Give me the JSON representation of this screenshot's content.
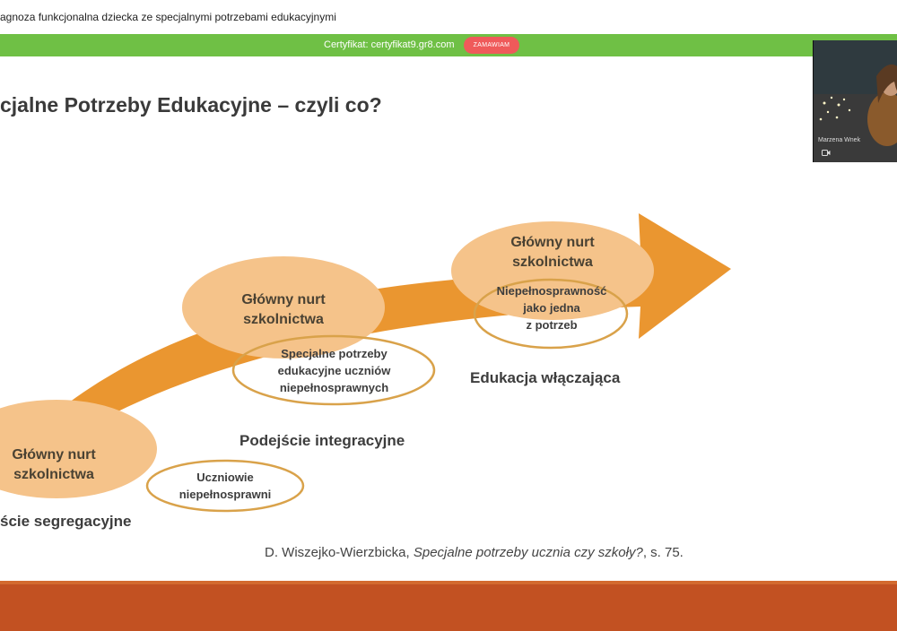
{
  "app": {
    "title": "agnoza funkcjonalna dziecka ze specjalnymi potrzebami edukacyjnymi"
  },
  "certificate_bar": {
    "text": "Certyfikat: certyfikat9.gr8.com",
    "order_button": "ZAMAWIAM",
    "color": "#6fc045",
    "button_color": "#ef5a5a"
  },
  "slide": {
    "title": "cjalne Potrzeby Edukacyjne – czyli co?",
    "stages": [
      {
        "main_line1": "Główny nurt",
        "main_line2": "szkolnictwa",
        "sub_line1": "Uczniowie",
        "sub_line2": "niepełnosprawni",
        "section": "ście  segregacyjne"
      },
      {
        "main_line1": "Główny nurt",
        "main_line2": "szkolnictwa",
        "sub_line1": "Specjalne   potrzeby",
        "sub_line2": "edukacyjne  uczniów",
        "sub_line3": "niepełnosprawnych",
        "section": "Podejście integracyjne"
      },
      {
        "main_line1": "Główny nurt",
        "main_line2": "szkolnictwa",
        "sub_line1": "Niepełnosprawność",
        "sub_line2": "jako jedna",
        "sub_line3": "z potrzeb",
        "section": "Edukacja włączająca"
      }
    ],
    "citation": {
      "author": "D. Wiszejko-Wierzbicka, ",
      "work": "Specjalne potrzeby ucznia czy szkoły?",
      "pages": ", s. 75."
    },
    "colors": {
      "arrow": "#ea9630",
      "ellipse": "#f5c38a",
      "outline": "#d9a24a",
      "footer": "#c25122"
    }
  },
  "video": {
    "participant_name": "Marzena Wnek",
    "icon": "camera-icon"
  }
}
